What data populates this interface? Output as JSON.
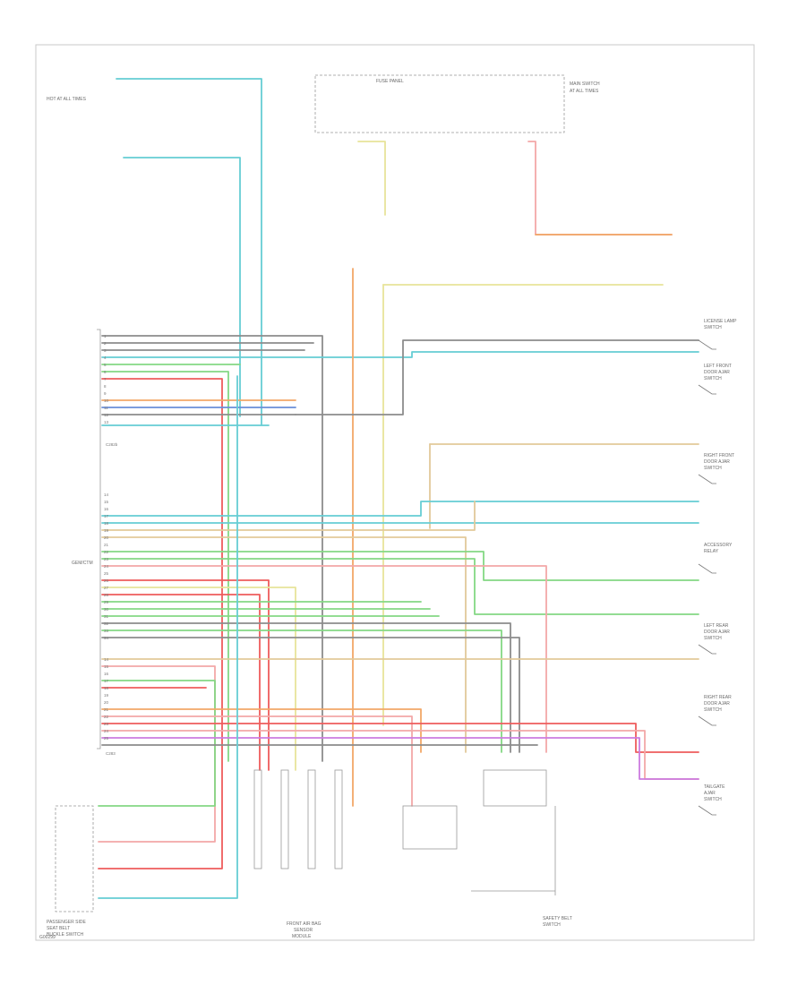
{
  "diagram": {
    "bottom_left_code": "G00299",
    "module": {
      "name_lines": [
        "GEM/CTM"
      ],
      "connector_upper": "C282b",
      "connector_lower": "C283",
      "upper_pins": [
        "1",
        "2",
        "3",
        "4",
        "5",
        "6",
        "7",
        "8",
        "9",
        "10",
        "11",
        "12",
        "13"
      ],
      "lower_pins": [
        "14",
        "15",
        "16",
        "17",
        "18",
        "19",
        "20",
        "21",
        "22",
        "23",
        "24",
        "25",
        "26",
        "27",
        "28",
        "29",
        "30",
        "31",
        "32",
        "33",
        "34"
      ]
    },
    "sensor": {
      "label_lines": [
        "PASSENGER SIDE",
        "SEAT BELT",
        "BUCKLE SWITCH"
      ]
    },
    "bottom_center_label_lines": [
      "FRONT AIR BAG",
      "SENSOR",
      "MODULE"
    ],
    "bottom_right_label_lines": [
      "SAFETY BELT",
      "SWITCH"
    ],
    "top_left_labels": [
      "HOT AT ALL TIMES",
      "FUSE PANEL"
    ],
    "top_right_labels": [
      "MAIN SWITCH",
      "AT ALL TIMES"
    ],
    "right_components": [
      {
        "label_lines": [
          "LICENSE LAMP",
          "SWITCH"
        ]
      },
      {
        "label_lines": [
          "LEFT FRONT",
          "DOOR AJAR",
          "SWITCH"
        ]
      },
      {
        "label_lines": [
          "RIGHT FRONT",
          "DOOR AJAR",
          "SWITCH"
        ]
      },
      {
        "label_lines": [
          "ACCESSORY",
          "RELAY"
        ]
      },
      {
        "label_lines": [
          "LEFT REAR",
          "DOOR AJAR",
          "SWITCH"
        ]
      },
      {
        "label_lines": [
          "RIGHT REAR",
          "DOOR AJAR",
          "SWITCH"
        ]
      },
      {
        "label_lines": [
          "TAILGATE",
          "AJAR",
          "SWITCH"
        ]
      }
    ],
    "colors": {
      "cyan": "#66cdd4",
      "yellow": "#e8e49a",
      "orange": "#f2a868",
      "red": "#ee5c5c",
      "pink": "#f3a8a8",
      "green": "#84d884",
      "purple": "#cc7be0",
      "tan": "#e2c99a",
      "blue": "#6a8fd8",
      "gray": "#8c8c8c"
    }
  }
}
